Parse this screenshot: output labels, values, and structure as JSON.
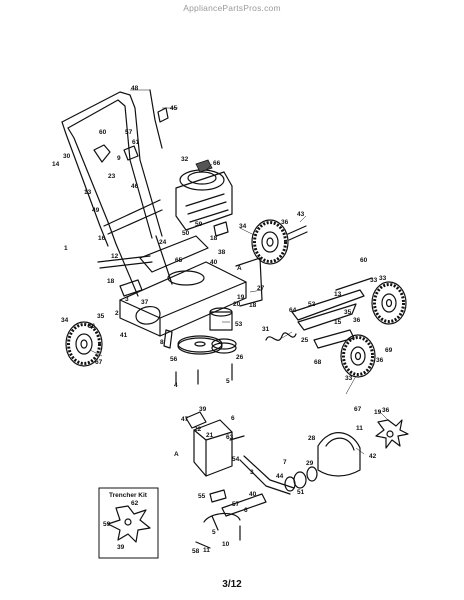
{
  "watermark": "AppliancePartsPros.com",
  "page_number": "3/12",
  "kit_title": "Trencher Kit",
  "kit_labels": [
    "62",
    "59",
    "39"
  ],
  "callouts": [
    "48",
    "45",
    "60",
    "57",
    "61",
    "9",
    "32",
    "66",
    "14",
    "30",
    "23",
    "13",
    "46",
    "49",
    "43",
    "36",
    "34",
    "59",
    "50",
    "24",
    "18",
    "38",
    "40",
    "16",
    "12",
    "65",
    "A",
    "19",
    "20",
    "1",
    "18",
    "37",
    "3",
    "35",
    "2",
    "41",
    "33",
    "34",
    "36",
    "67",
    "27",
    "18",
    "64",
    "52",
    "35",
    "36",
    "31",
    "13",
    "15",
    "25",
    "33",
    "68",
    "69",
    "36",
    "33",
    "53",
    "8",
    "56",
    "26",
    "4",
    "5",
    "47",
    "39",
    "22",
    "21",
    "6",
    "63",
    "44",
    "51",
    "A",
    "54",
    "3",
    "7",
    "29",
    "28",
    "42",
    "67",
    "11",
    "19",
    "55",
    "57",
    "5",
    "10",
    "58",
    "11",
    "40",
    "6",
    "36",
    "60"
  ]
}
